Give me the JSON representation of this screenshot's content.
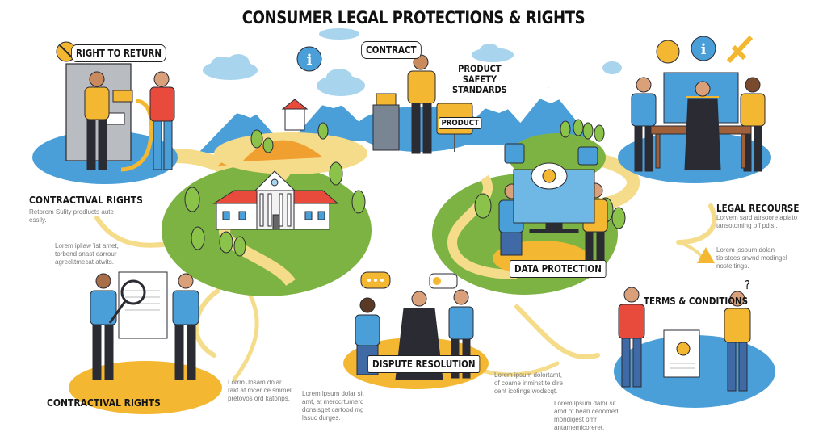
{
  "title": "CONSUMER LEGAL PROTECTIONS & RIGHTS",
  "colors": {
    "blue": "#4a9fd8",
    "light_blue": "#a8d4ee",
    "yellow": "#f4b731",
    "pale_yellow": "#f5dc8a",
    "green": "#7cb342",
    "orange": "#f0a030",
    "red": "#e84b3c",
    "dark": "#2b2b33"
  },
  "sections": {
    "right_to_return": {
      "label": "RIGHT TO RETURN",
      "icon": "no-return-icon"
    },
    "contractival_rights_top": {
      "heading": "CONTRACTIVAL RIGHTS",
      "text": "Retorom Sulity prodlucts aute essily.",
      "note": "Lorem ipliaw 'ist amet, torbend snast earrour agrecktmecat atwits."
    },
    "contract": {
      "bubble": "CONTRACT",
      "info_icon": "info-icon"
    },
    "product_safety": {
      "heading_lines": [
        "PRODUCT",
        "SAFETY",
        "STANDARDS"
      ],
      "sign": "PRODUCT"
    },
    "legal_recourse": {
      "heading": "LEGAL RECOURSE",
      "text": "Lorvem sard atrsoore aplato tansotoming off pdlsj.",
      "note": "Lorem jssoum dolan tiolstees snvnd modingel nosteltings.",
      "icons": [
        "network-icon",
        "info-icon",
        "gavel-arrow-icon"
      ]
    },
    "data_protection": {
      "label": "DATA PROTECTION",
      "icons": [
        "recycle-icon",
        "link-icon",
        "sun-icon"
      ]
    },
    "contractival_rights_bottom": {
      "heading": "CONTRACTIVAL RIGHTS"
    },
    "dispute_resolution": {
      "label": "DISPUTE RESOLUTION",
      "note_left": "Lorrm Josam dolar rakt af mcer ce smmell pretovos ord katonps.",
      "note_right": "Lorem lpsum dolar sit amt, at merocrtumerd donsisget cartood mg lasuc durges."
    },
    "terms_conditions": {
      "label": "TERMS & CONDITIONS",
      "question": "?",
      "note_left": "Lorem ipsum dolortamt, of coame inminst te dire cent icotings wodscqt.",
      "note_right": "Lorem lpsum dalor sit amd of bean ceoomed mondigest omr antamemicoreret."
    }
  }
}
